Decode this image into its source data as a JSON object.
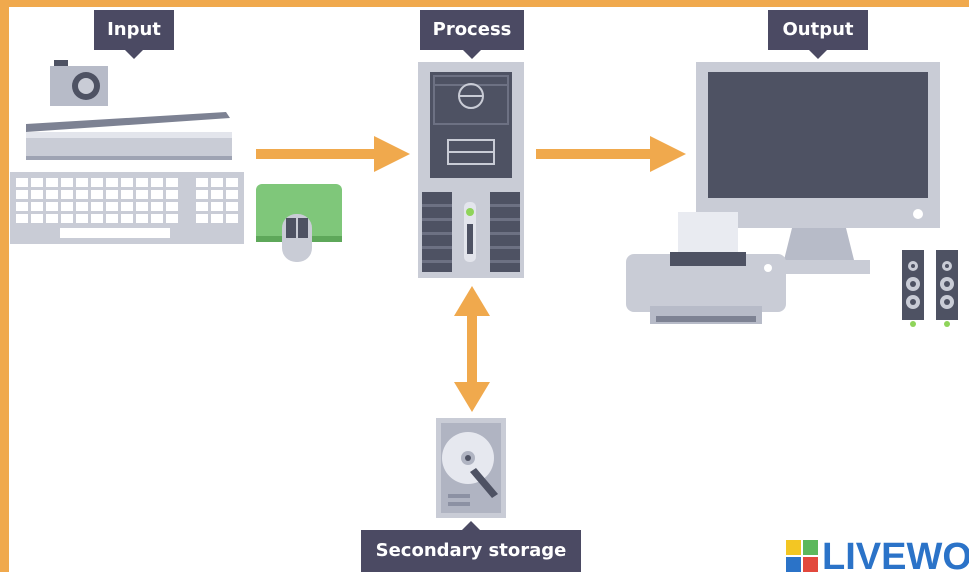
{
  "diagram": {
    "labels": {
      "input": "Input",
      "process": "Process",
      "output": "Output",
      "secondary_storage": "Secondary storage"
    },
    "brand": {
      "text": "LIVEWO",
      "icon": "live-logo-icon"
    },
    "devices": {
      "input": [
        "camera-icon",
        "scanner-icon",
        "keyboard-icon",
        "mouse-icon"
      ],
      "process": [
        "computer-tower-icon"
      ],
      "output": [
        "monitor-icon",
        "printer-icon",
        "speakers-icon"
      ],
      "storage": [
        "hard-disk-icon"
      ]
    },
    "arrows": [
      {
        "from": "input",
        "to": "process",
        "direction": "one-way"
      },
      {
        "from": "process",
        "to": "output",
        "direction": "one-way"
      },
      {
        "from": "process",
        "to": "secondary_storage",
        "direction": "two-way"
      }
    ],
    "colors": {
      "frame": "#f0a94d",
      "arrow": "#f0a94d",
      "label_bg": "#4b4a63",
      "label_text": "#ffffff",
      "device_light": "#c9ccd6",
      "device_dark": "#4e5263",
      "accent_green": "#7fc77a",
      "brand_blue": "#2b73c8"
    }
  }
}
